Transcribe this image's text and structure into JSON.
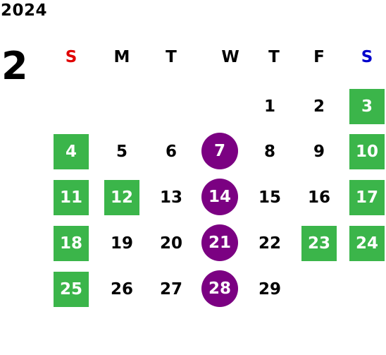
{
  "calendar": {
    "year": "2024",
    "month": "2",
    "weekdays": [
      {
        "label": "S",
        "color": "#e00000"
      },
      {
        "label": "M",
        "color": "#000000"
      },
      {
        "label": "T",
        "color": "#000000"
      },
      {
        "label": "W",
        "color": "#000000"
      },
      {
        "label": "T",
        "color": "#000000"
      },
      {
        "label": "F",
        "color": "#000000"
      },
      {
        "label": "S",
        "color": "#0000cc"
      }
    ],
    "highlight_colors": {
      "green": "#3bb54a",
      "purple": "#7b0182"
    },
    "weeks": [
      [
        null,
        null,
        null,
        null,
        {
          "d": "1"
        },
        {
          "d": "2"
        },
        {
          "d": "3",
          "hl": "green"
        }
      ],
      [
        {
          "d": "4",
          "hl": "green"
        },
        {
          "d": "5"
        },
        {
          "d": "6"
        },
        {
          "d": "7",
          "hl": "purple"
        },
        {
          "d": "8"
        },
        {
          "d": "9"
        },
        {
          "d": "10",
          "hl": "green"
        }
      ],
      [
        {
          "d": "11",
          "hl": "green"
        },
        {
          "d": "12",
          "hl": "green"
        },
        {
          "d": "13"
        },
        {
          "d": "14",
          "hl": "purple"
        },
        {
          "d": "15"
        },
        {
          "d": "16"
        },
        {
          "d": "17",
          "hl": "green"
        }
      ],
      [
        {
          "d": "18",
          "hl": "green"
        },
        {
          "d": "19"
        },
        {
          "d": "20"
        },
        {
          "d": "21",
          "hl": "purple"
        },
        {
          "d": "22"
        },
        {
          "d": "23",
          "hl": "green"
        },
        {
          "d": "24",
          "hl": "green"
        }
      ],
      [
        {
          "d": "25",
          "hl": "green"
        },
        {
          "d": "26"
        },
        {
          "d": "27"
        },
        {
          "d": "28",
          "hl": "purple"
        },
        {
          "d": "29"
        },
        null,
        null
      ]
    ]
  }
}
